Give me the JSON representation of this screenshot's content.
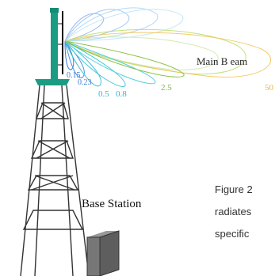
{
  "labels": {
    "main_beam": "Main B eam",
    "base_station": "Base Station"
  },
  "contour_labels": [
    {
      "text": "0.15",
      "color": "#3a7bd5"
    },
    {
      "text": "0.23",
      "color": "#3a7bd5"
    },
    {
      "text": "0.5",
      "color": "#2fb6d8"
    },
    {
      "text": "0.8",
      "color": "#2fb6d8"
    },
    {
      "text": "2.5",
      "color": "#8bc34a"
    },
    {
      "text": "50",
      "color": "#e6b84a"
    }
  ],
  "caption": {
    "line1": "Figure 2",
    "line2": "radiates",
    "line3": "specific"
  },
  "colors": {
    "mast": "#1a9c83",
    "tower": "#333333",
    "station_box": "#777777",
    "beam_inner": "#4a90e2",
    "beam_mid": "#3cc3d6",
    "beam_outer_green": "#9ccc65",
    "beam_outer_yellow": "#f2c14e"
  }
}
